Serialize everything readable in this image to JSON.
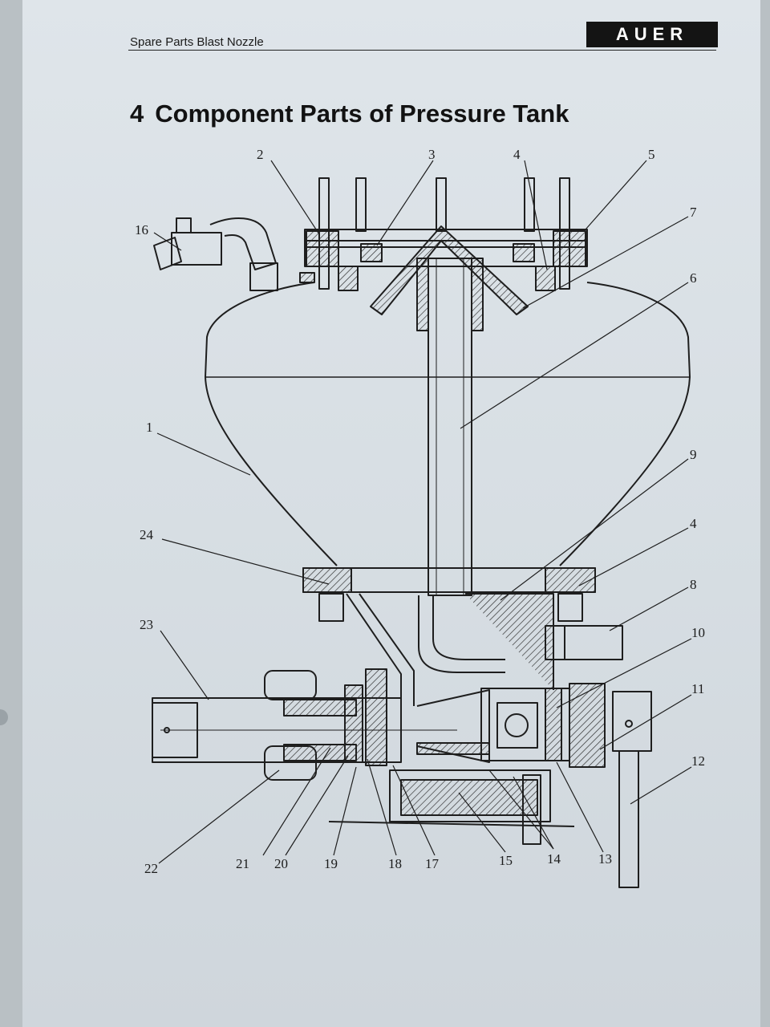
{
  "header": {
    "title": "Spare Parts Blast Nozzle",
    "logo_text": "AUER"
  },
  "section": {
    "number": "4",
    "title": "Component Parts of Pressure Tank"
  },
  "callouts": [
    "2",
    "3",
    "4",
    "5",
    "16",
    "7",
    "6",
    "1",
    "9",
    "24",
    "4",
    "8",
    "23",
    "10",
    "11",
    "12",
    "22",
    "21",
    "20",
    "19",
    "18",
    "17",
    "15",
    "14",
    "13"
  ]
}
